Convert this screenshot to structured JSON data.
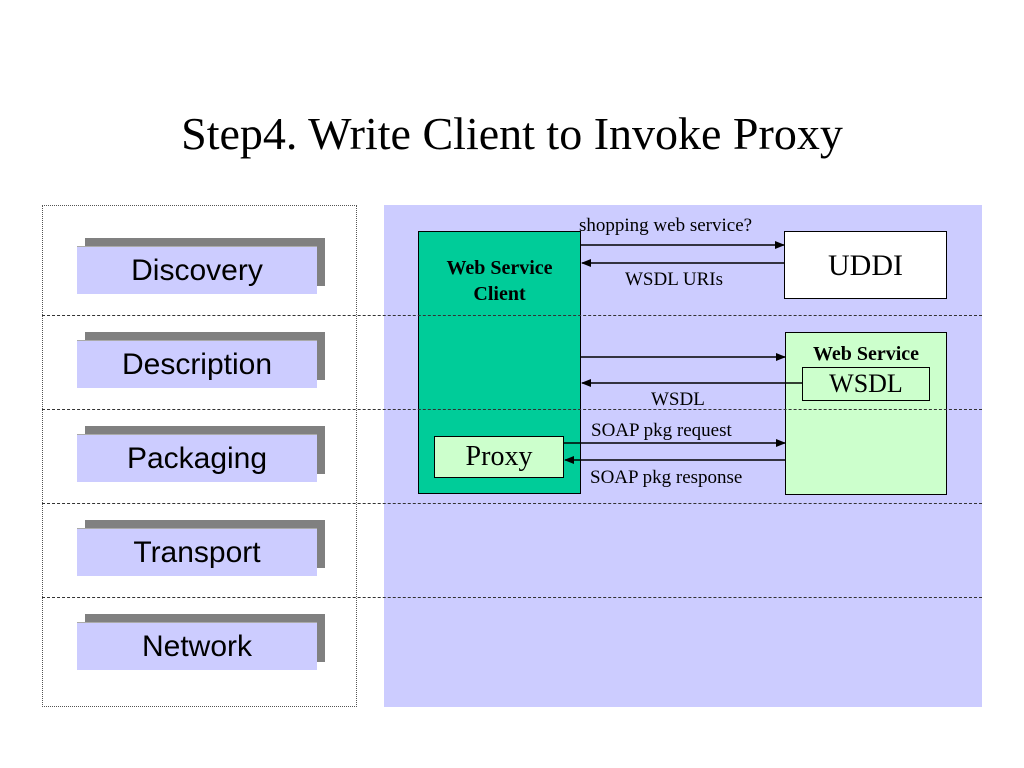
{
  "title": "Step4. Write Client to Invoke Proxy",
  "stack_layers": [
    {
      "label": "Discovery"
    },
    {
      "label": "Description"
    },
    {
      "label": "Packaging"
    },
    {
      "label": "Transport"
    },
    {
      "label": "Network"
    }
  ],
  "diagram": {
    "client_label_line1": "Web Service",
    "client_label_line2": "Client",
    "proxy_label": "Proxy",
    "uddi_label": "UDDI",
    "web_service_label": "Web Service",
    "wsdl_box_label": "WSDL",
    "messages": {
      "query": "shopping web service?",
      "wsdl_uris": "WSDL URIs",
      "wsdl": "WSDL",
      "soap_request": "SOAP pkg request",
      "soap_response": "SOAP pkg response"
    }
  },
  "colors": {
    "panel_bg": "#ccccff",
    "client_fill": "#00cc99",
    "web_service_fill": "#ccffcc",
    "layer_face": "#ccccff",
    "layer_shadow": "#808080"
  }
}
